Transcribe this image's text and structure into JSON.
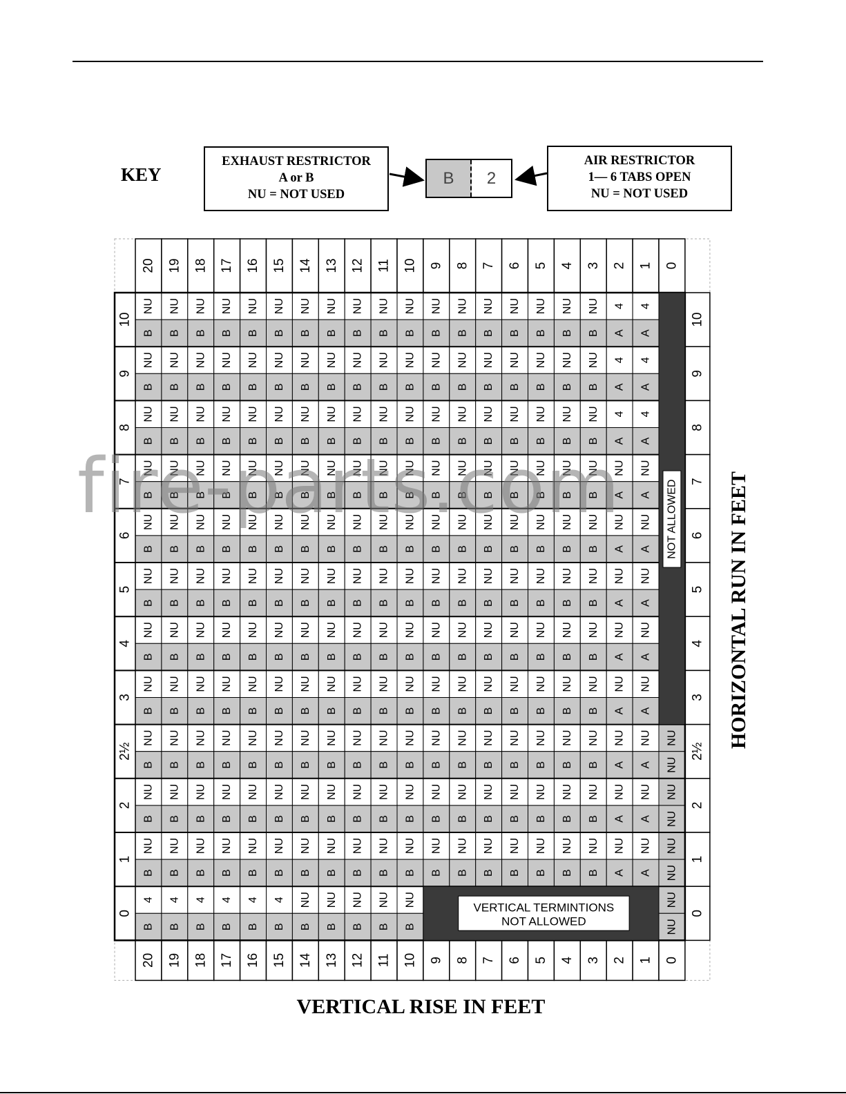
{
  "key": {
    "label": "KEY",
    "exhaust_box": [
      "EXHAUST RESTRICTOR",
      "A or B",
      "NU = NOT USED"
    ],
    "air_box": [
      "AIR RESTRICTOR",
      "1— 6 TABS OPEN",
      "NU = NOT USED"
    ],
    "sample_exhaust": "B",
    "sample_air": "2"
  },
  "axes": {
    "vertical_rise_title": "VERTICAL RISE IN FEET",
    "horizontal_run_title": "HORIZONTAL RUN IN FEET",
    "vertical_rise_values": [
      "20",
      "19",
      "18",
      "17",
      "16",
      "15",
      "14",
      "13",
      "12",
      "11",
      "10",
      "9",
      "8",
      "7",
      "6",
      "5",
      "4",
      "3",
      "2",
      "1",
      "0"
    ],
    "horizontal_run_values": [
      "10",
      "9",
      "8",
      "7",
      "6",
      "5",
      "4",
      "3",
      "2½",
      "2",
      "1",
      "0"
    ]
  },
  "notes": {
    "not_allowed": "NOT ALLOWED",
    "vertical_terminations": [
      "VERTICAL TERMINTIONS",
      "NOT ALLOWED"
    ]
  },
  "watermark": "fire-parts.com",
  "colors": {
    "shaded": "#c8c8c8",
    "blocked": "#3a3a3a"
  },
  "table": {
    "columns_vertical_rise": [
      "20",
      "19",
      "18",
      "17",
      "16",
      "15",
      "14",
      "13",
      "12",
      "11",
      "10",
      "9",
      "8",
      "7",
      "6",
      "5",
      "4",
      "3",
      "2",
      "1",
      "0"
    ],
    "rows": [
      {
        "run": "10",
        "air": [
          "NU",
          "NU",
          "NU",
          "NU",
          "NU",
          "NU",
          "NU",
          "NU",
          "NU",
          "NU",
          "NU",
          "NU",
          "NU",
          "NU",
          "NU",
          "NU",
          "NU",
          "NU",
          "4",
          "4",
          ""
        ],
        "exhaust": [
          "B",
          "B",
          "B",
          "B",
          "B",
          "B",
          "B",
          "B",
          "B",
          "B",
          "B",
          "B",
          "B",
          "B",
          "B",
          "B",
          "B",
          "B",
          "A",
          "A",
          ""
        ]
      },
      {
        "run": "9",
        "air": [
          "NU",
          "NU",
          "NU",
          "NU",
          "NU",
          "NU",
          "NU",
          "NU",
          "NU",
          "NU",
          "NU",
          "NU",
          "NU",
          "NU",
          "NU",
          "NU",
          "NU",
          "NU",
          "4",
          "4",
          ""
        ],
        "exhaust": [
          "B",
          "B",
          "B",
          "B",
          "B",
          "B",
          "B",
          "B",
          "B",
          "B",
          "B",
          "B",
          "B",
          "B",
          "B",
          "B",
          "B",
          "B",
          "A",
          "A",
          ""
        ]
      },
      {
        "run": "8",
        "air": [
          "NU",
          "NU",
          "NU",
          "NU",
          "NU",
          "NU",
          "NU",
          "NU",
          "NU",
          "NU",
          "NU",
          "NU",
          "NU",
          "NU",
          "NU",
          "NU",
          "NU",
          "NU",
          "4",
          "4",
          ""
        ],
        "exhaust": [
          "B",
          "B",
          "B",
          "B",
          "B",
          "B",
          "B",
          "B",
          "B",
          "B",
          "B",
          "B",
          "B",
          "B",
          "B",
          "B",
          "B",
          "B",
          "A",
          "A",
          ""
        ]
      },
      {
        "run": "7",
        "air": [
          "NU",
          "NU",
          "NU",
          "NU",
          "NU",
          "NU",
          "NU",
          "NU",
          "NU",
          "NU",
          "NU",
          "NU",
          "NU",
          "NU",
          "NU",
          "NU",
          "NU",
          "NU",
          "NU",
          "NU",
          ""
        ],
        "exhaust": [
          "B",
          "B",
          "B",
          "B",
          "B",
          "B",
          "B",
          "B",
          "B",
          "B",
          "B",
          "B",
          "B",
          "B",
          "B",
          "B",
          "B",
          "B",
          "A",
          "A",
          ""
        ]
      },
      {
        "run": "6",
        "air": [
          "NU",
          "NU",
          "NU",
          "NU",
          "NU",
          "NU",
          "NU",
          "NU",
          "NU",
          "NU",
          "NU",
          "NU",
          "NU",
          "NU",
          "NU",
          "NU",
          "NU",
          "NU",
          "NU",
          "NU",
          ""
        ],
        "exhaust": [
          "B",
          "B",
          "B",
          "B",
          "B",
          "B",
          "B",
          "B",
          "B",
          "B",
          "B",
          "B",
          "B",
          "B",
          "B",
          "B",
          "B",
          "B",
          "A",
          "A",
          ""
        ]
      },
      {
        "run": "5",
        "air": [
          "NU",
          "NU",
          "NU",
          "NU",
          "NU",
          "NU",
          "NU",
          "NU",
          "NU",
          "NU",
          "NU",
          "NU",
          "NU",
          "NU",
          "NU",
          "NU",
          "NU",
          "NU",
          "NU",
          "NU",
          ""
        ],
        "exhaust": [
          "B",
          "B",
          "B",
          "B",
          "B",
          "B",
          "B",
          "B",
          "B",
          "B",
          "B",
          "B",
          "B",
          "B",
          "B",
          "B",
          "B",
          "B",
          "A",
          "A",
          ""
        ]
      },
      {
        "run": "4",
        "air": [
          "NU",
          "NU",
          "NU",
          "NU",
          "NU",
          "NU",
          "NU",
          "NU",
          "NU",
          "NU",
          "NU",
          "NU",
          "NU",
          "NU",
          "NU",
          "NU",
          "NU",
          "NU",
          "NU",
          "NU",
          ""
        ],
        "exhaust": [
          "B",
          "B",
          "B",
          "B",
          "B",
          "B",
          "B",
          "B",
          "B",
          "B",
          "B",
          "B",
          "B",
          "B",
          "B",
          "B",
          "B",
          "B",
          "A",
          "A",
          ""
        ]
      },
      {
        "run": "3",
        "air": [
          "NU",
          "NU",
          "NU",
          "NU",
          "NU",
          "NU",
          "NU",
          "NU",
          "NU",
          "NU",
          "NU",
          "NU",
          "NU",
          "NU",
          "NU",
          "NU",
          "NU",
          "NU",
          "NU",
          "NU",
          ""
        ],
        "exhaust": [
          "B",
          "B",
          "B",
          "B",
          "B",
          "B",
          "B",
          "B",
          "B",
          "B",
          "B",
          "B",
          "B",
          "B",
          "B",
          "B",
          "B",
          "B",
          "A",
          "A",
          ""
        ]
      },
      {
        "run": "2½",
        "air": [
          "NU",
          "NU",
          "NU",
          "NU",
          "NU",
          "NU",
          "NU",
          "NU",
          "NU",
          "NU",
          "NU",
          "NU",
          "NU",
          "NU",
          "NU",
          "NU",
          "NU",
          "NU",
          "NU",
          "NU",
          "NU"
        ],
        "exhaust": [
          "B",
          "B",
          "B",
          "B",
          "B",
          "B",
          "B",
          "B",
          "B",
          "B",
          "B",
          "B",
          "B",
          "B",
          "B",
          "B",
          "B",
          "B",
          "A",
          "A",
          "NU"
        ]
      },
      {
        "run": "2",
        "air": [
          "NU",
          "NU",
          "NU",
          "NU",
          "NU",
          "NU",
          "NU",
          "NU",
          "NU",
          "NU",
          "NU",
          "NU",
          "NU",
          "NU",
          "NU",
          "NU",
          "NU",
          "NU",
          "NU",
          "NU",
          "NU"
        ],
        "exhaust": [
          "B",
          "B",
          "B",
          "B",
          "B",
          "B",
          "B",
          "B",
          "B",
          "B",
          "B",
          "B",
          "B",
          "B",
          "B",
          "B",
          "B",
          "B",
          "A",
          "A",
          "NU"
        ]
      },
      {
        "run": "1",
        "air": [
          "NU",
          "NU",
          "NU",
          "NU",
          "NU",
          "NU",
          "NU",
          "NU",
          "NU",
          "NU",
          "NU",
          "NU",
          "NU",
          "NU",
          "NU",
          "NU",
          "NU",
          "NU",
          "NU",
          "NU",
          "NU"
        ],
        "exhaust": [
          "B",
          "B",
          "B",
          "B",
          "B",
          "B",
          "B",
          "B",
          "B",
          "B",
          "B",
          "B",
          "B",
          "B",
          "B",
          "B",
          "B",
          "B",
          "A",
          "A",
          "NU"
        ]
      },
      {
        "run": "0",
        "air": [
          "4",
          "4",
          "4",
          "4",
          "4",
          "4",
          "NU",
          "NU",
          "NU",
          "NU",
          "NU",
          "",
          "",
          "",
          "",
          "",
          "",
          "",
          "",
          "",
          "NU"
        ],
        "exhaust": [
          "B",
          "B",
          "B",
          "B",
          "B",
          "B",
          "B",
          "B",
          "B",
          "B",
          "B",
          "",
          "",
          "",
          "",
          "",
          "",
          "",
          "",
          "",
          "NU"
        ]
      }
    ]
  }
}
